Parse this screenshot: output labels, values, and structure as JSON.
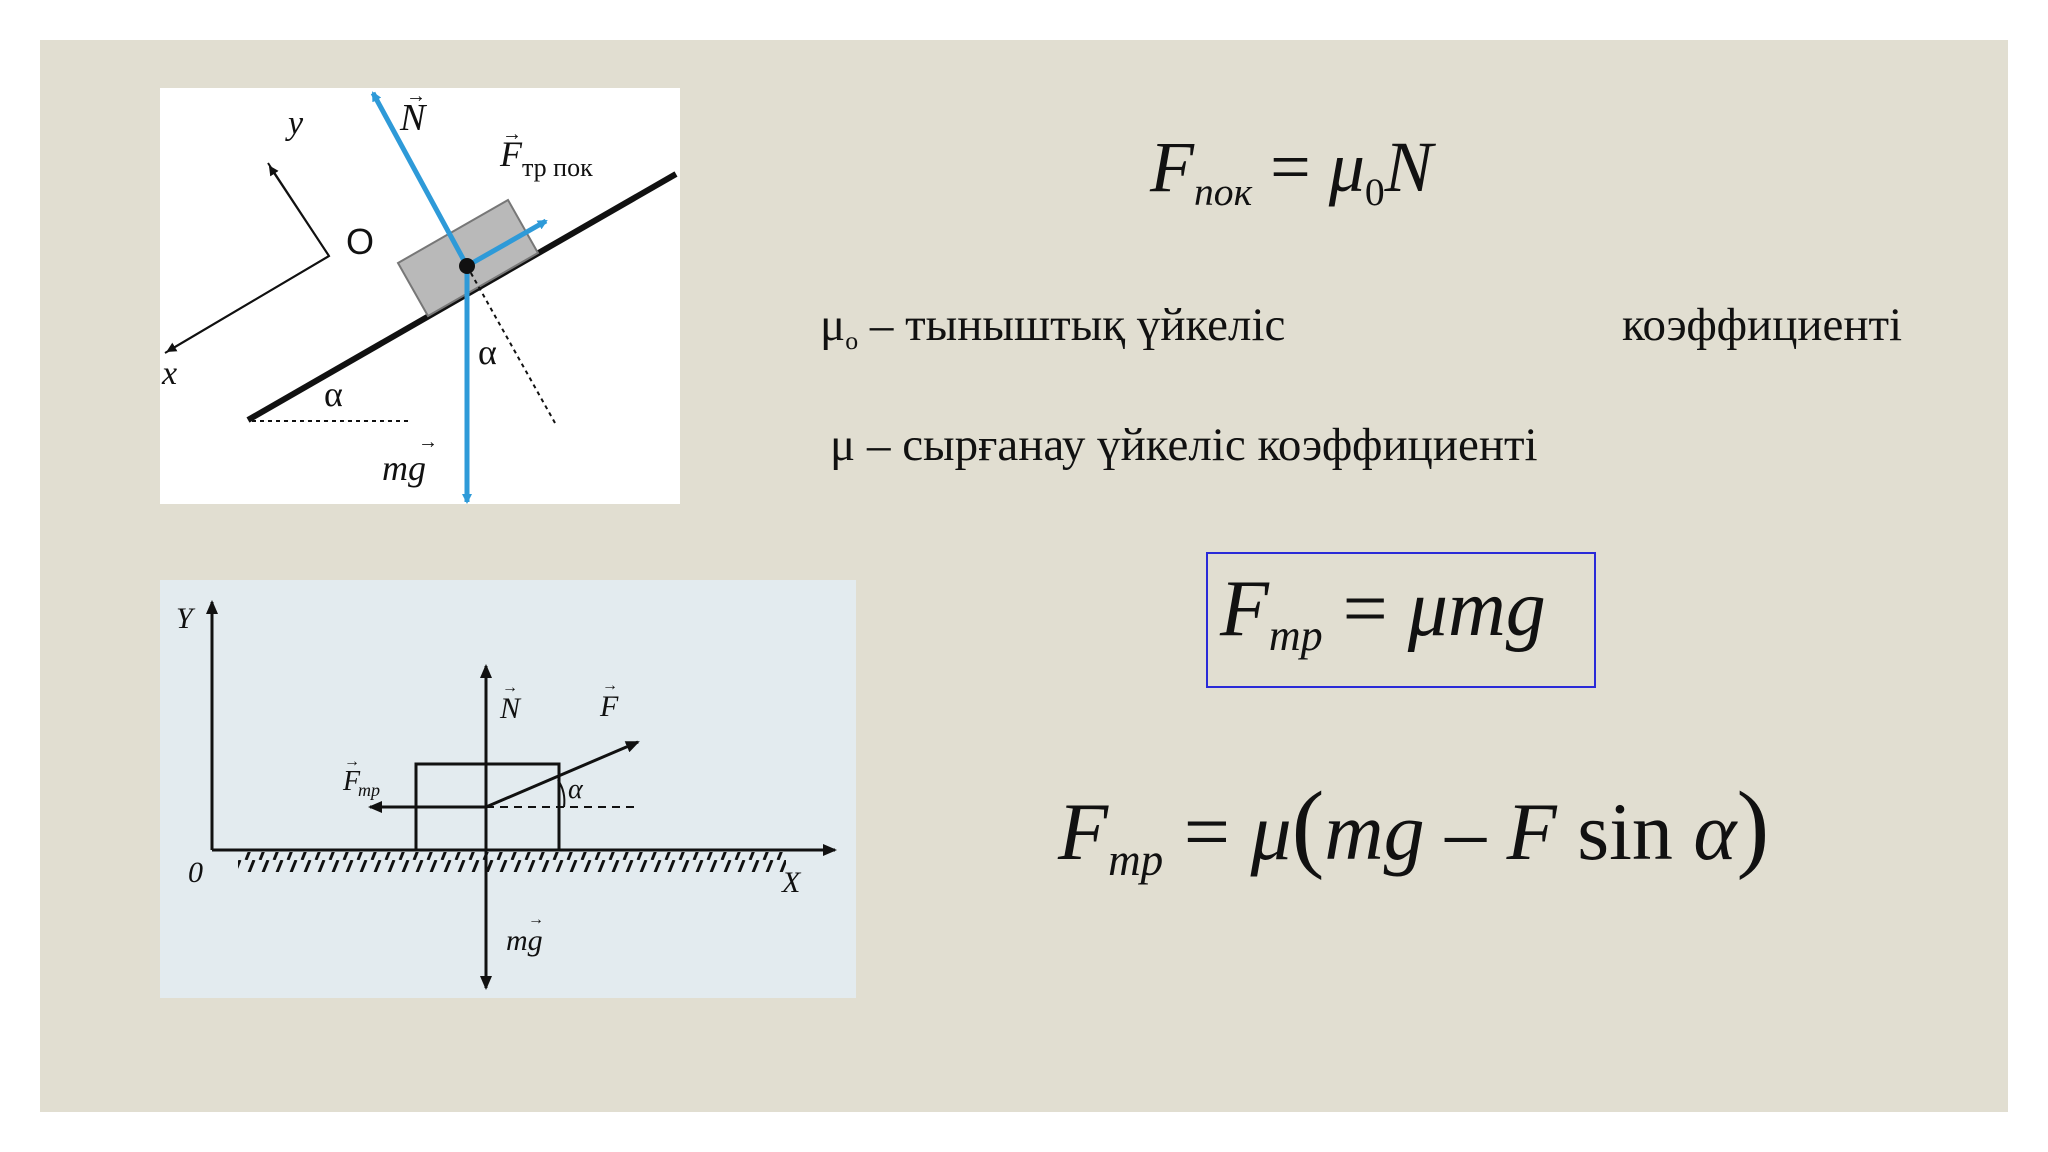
{
  "diagram1": {
    "label_y": "y",
    "label_x": "x",
    "label_origin": "O",
    "label_N": "N",
    "label_friction": "F",
    "label_friction_sub": "тр пок",
    "label_alpha_top": "α",
    "label_alpha_bottom": "α",
    "label_mg": "mg"
  },
  "diagram2": {
    "label_y": "Y",
    "label_x": "X",
    "label_origin": "0",
    "label_N": "N",
    "label_F": "F",
    "label_Ftr": "F",
    "label_Ftr_sub": "тр",
    "label_alpha": "α",
    "label_mg": "mg"
  },
  "formulas": {
    "f1": {
      "F": "F",
      "sub": "пок",
      "eq": " = ",
      "mu": "μ",
      "mu_sub": "0",
      "N": "N"
    },
    "mu0_line": {
      "mu": "μ",
      "sub": "о",
      "dash": " –  тыныштық үйкеліс",
      "coef": "коэффициенті"
    },
    "mu_line": "μ – сырғанау үйкеліс коэффициенті",
    "f2": {
      "F": "F",
      "sub": "тр",
      "eq": " = ",
      "rhs": "μmg"
    },
    "f3": {
      "F": "F",
      "sub": "тр",
      "eq": " = ",
      "mu": "μ",
      "paren_open": "(",
      "mg": "mg",
      "minus": " – ",
      "Fsym": "F",
      "sin": " sin ",
      "alpha": "α",
      "paren_close": ")"
    }
  },
  "colors": {
    "slide_bg": "#e1ded1",
    "vector_blue": "#2e9ad8",
    "box_border": "#2a2ad8",
    "diagram2_bg": "#e3ebef"
  }
}
